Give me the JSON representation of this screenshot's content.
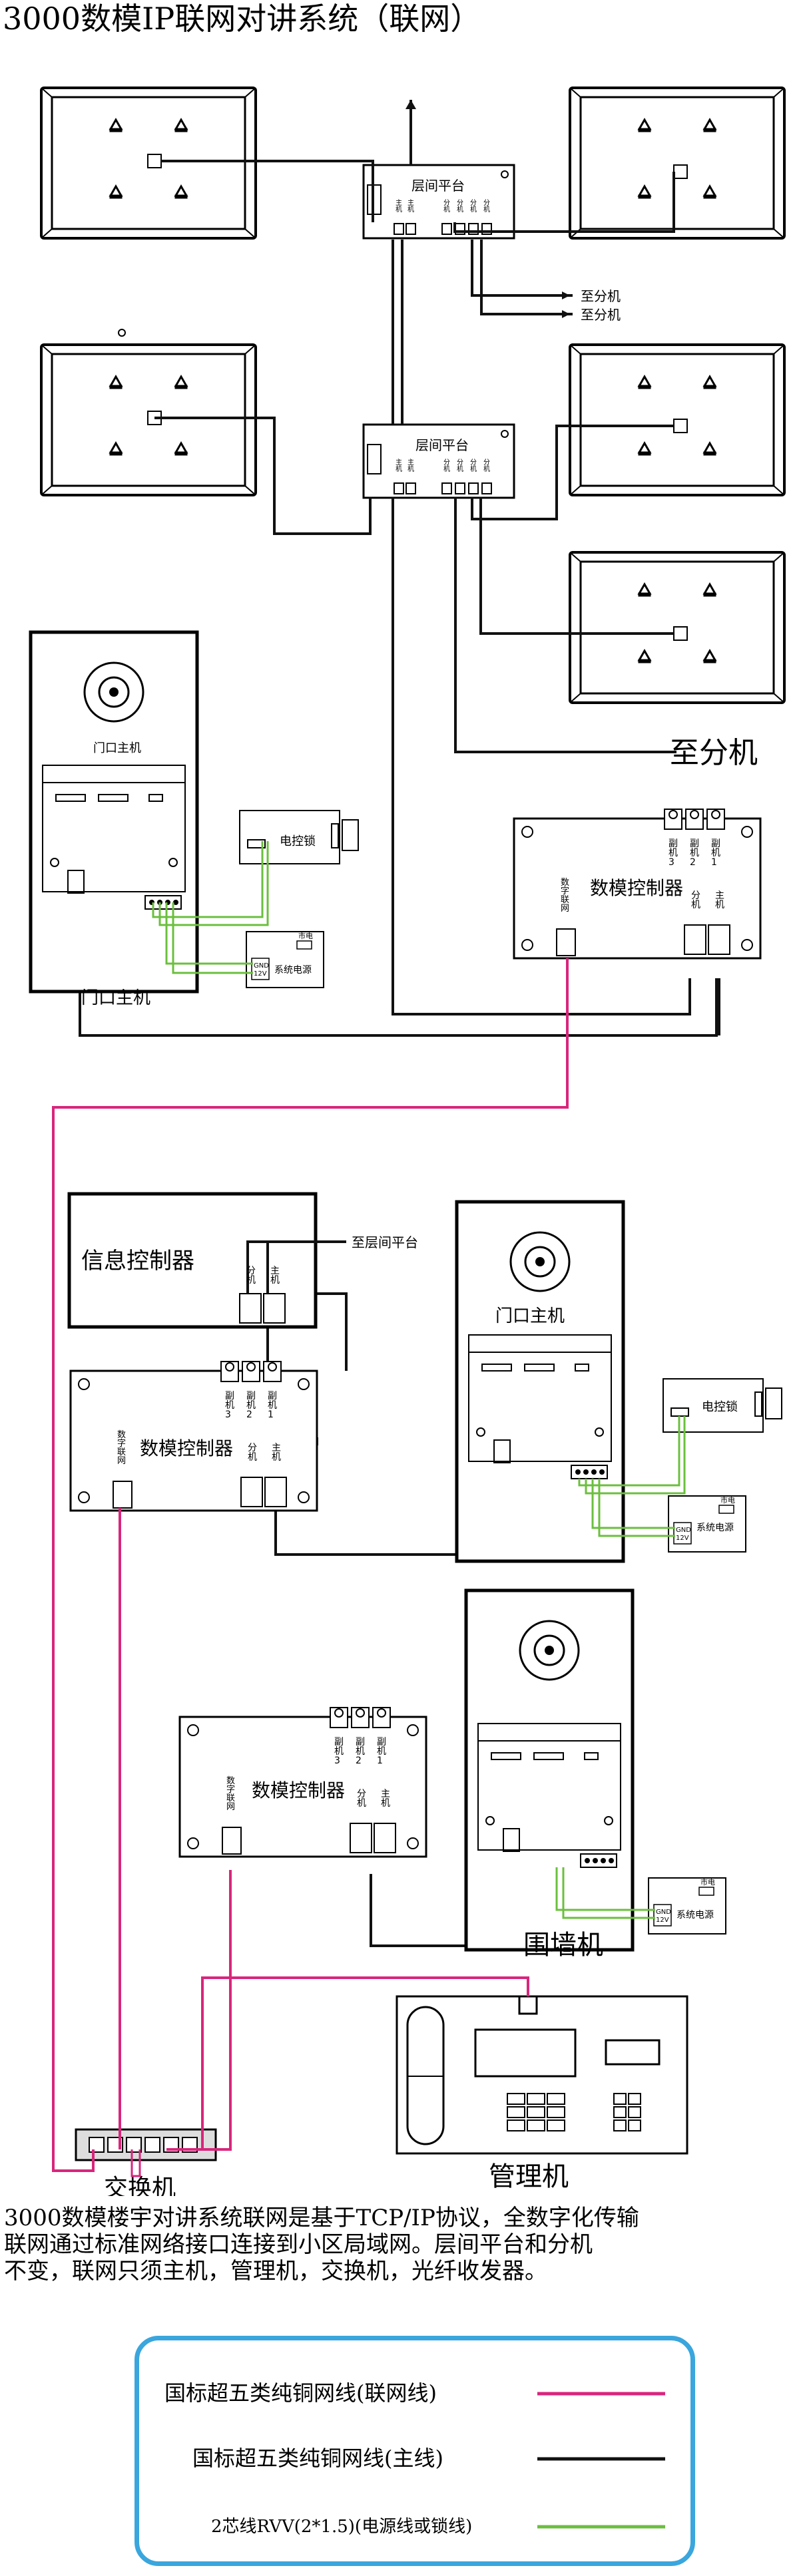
{
  "title": "3000数模IP联网对讲系统（联网）",
  "labels": {
    "floor_platform": "层间平台",
    "floor_platform_ports_left": [
      "主机",
      "主机"
    ],
    "floor_platform_ports_right": [
      "分机",
      "分机",
      "分机",
      "分机"
    ],
    "to_sub": "至分机",
    "to_sub_big": "至分机",
    "door_host": "门口主机",
    "door_host_caption": "门口主机",
    "electric_lock": "电控锁",
    "power_supply": "系统电源",
    "power_ac": "市电",
    "power_gnd": "GND",
    "power_12v": "12V",
    "digital_controller": "数模控制器",
    "digital_net": "数字联网",
    "aux": [
      "副机3",
      "副机2",
      "副机1"
    ],
    "sub": "分机",
    "main": "主机",
    "info_controller": "信息控制器",
    "to_floor_platform": "至层间平台",
    "wall_host": "围墙机",
    "manager": "管理机",
    "switch": "交换机"
  },
  "description": "3000数模楼宇对讲系统联网是基于TCP/IP协议，全数字化传输\n联网通过标准网络接口连接到小区局域网。层间平台和分机\n不变，联网只须主机，管理机，交换机，光纤收发器。",
  "legend": [
    {
      "label": "国标超五类纯铜网线(联网线)",
      "color": "#d8267c"
    },
    {
      "label": "国标超五类纯铜网线(主线)",
      "color": "#111111"
    },
    {
      "label": "2芯线RVV(2*1.5)(电源线或锁线)",
      "color": "#6bbf3e"
    }
  ],
  "colors": {
    "net": "#d8267c",
    "main": "#111111",
    "power": "#6bbf3e",
    "legend_border": "#3aa6dd"
  }
}
